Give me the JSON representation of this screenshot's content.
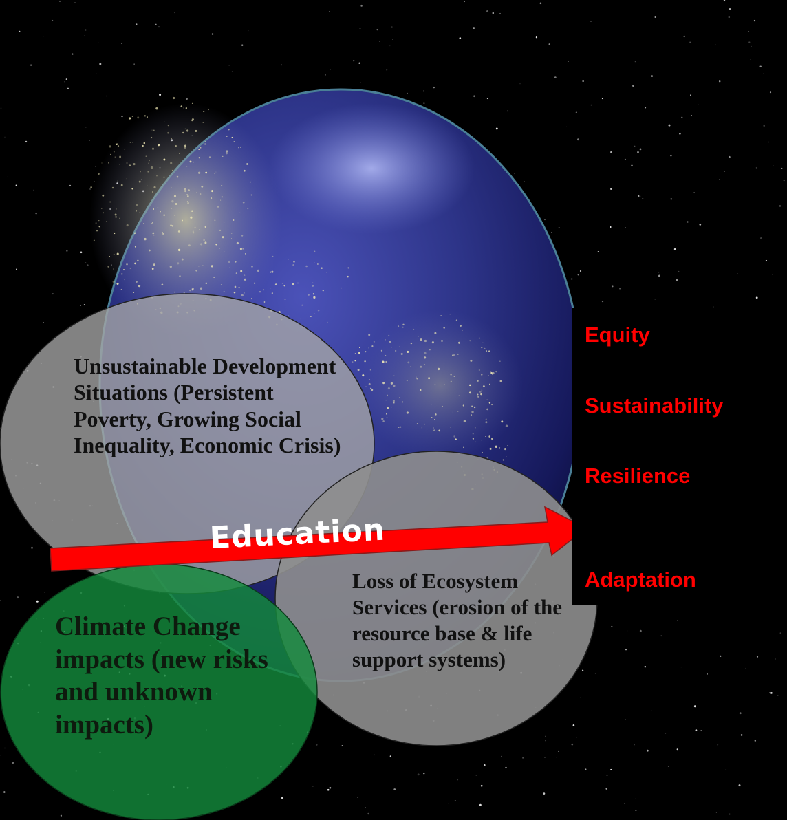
{
  "circles": {
    "unsustainable": "Unsustainable Development Situations (Persistent Poverty, Growing  Social Inequality, Economic Crisis)",
    "ecosystem": "Loss of Ecosystem Services (erosion of the resource base & life support systems)",
    "climate": "Climate Change impacts (new risks and unknown impacts)"
  },
  "arrow_label": "Education",
  "outcomes": [
    "Equity",
    "Sustainability",
    "Resilience",
    "Adaptation"
  ],
  "colors": {
    "background": "#000000",
    "arrow": "#ff0000",
    "outcome_text": "#ff0000",
    "grey_circle": "#9a9a9a",
    "green_circle": "#138a3c",
    "globe": "#2a2f7a"
  },
  "icons": [
    "earth-globe-at-night",
    "star-field"
  ]
}
